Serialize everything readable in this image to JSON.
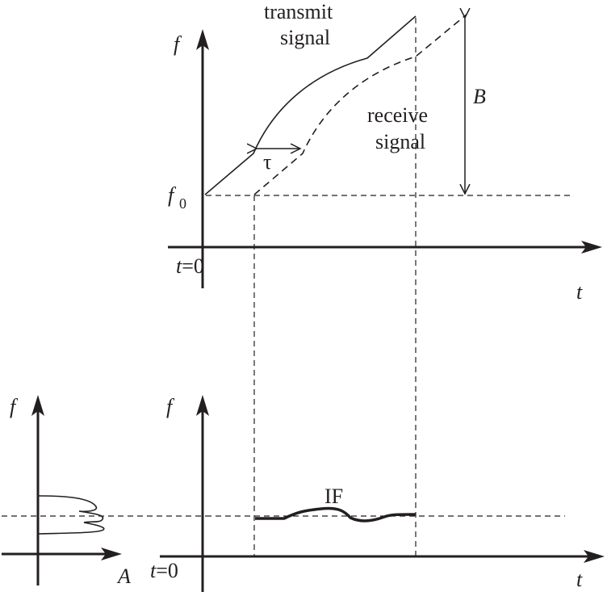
{
  "top_plot": {
    "y_axis_label": "f",
    "x_axis_label": "t",
    "origin_label_var": "t",
    "origin_label_rest": "=0",
    "f0_main": "f",
    "f0_sub": "0",
    "transmit_label_line1": "transmit",
    "transmit_label_line2": "signal",
    "receive_label_line1": "receive",
    "receive_label_line2": "signal",
    "delay_label": "τ",
    "bandwidth_label": "B"
  },
  "bottom_plot": {
    "y_axis_label": "f",
    "x_axis_label": "t",
    "origin_label_var": "t",
    "origin_label_rest": "=0",
    "if_label": "IF"
  },
  "spectrum_plot": {
    "y_axis_label": "f",
    "x_axis_label": "A"
  }
}
